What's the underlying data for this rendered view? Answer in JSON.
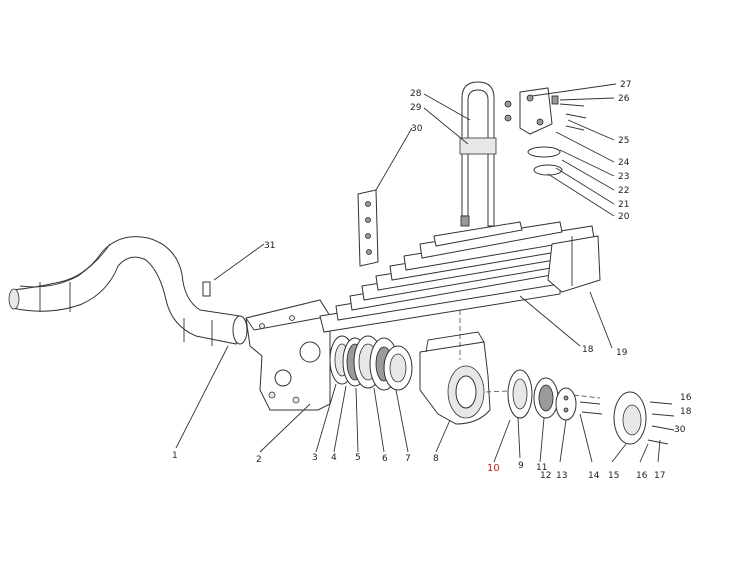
{
  "diagram": {
    "type": "exploded-parts-diagram",
    "callouts": [
      {
        "id": "c1",
        "label": "1"
      },
      {
        "id": "c2",
        "label": "2"
      },
      {
        "id": "c3",
        "label": "3"
      },
      {
        "id": "c4",
        "label": "4"
      },
      {
        "id": "c5",
        "label": "5"
      },
      {
        "id": "c6",
        "label": "6"
      },
      {
        "id": "c7",
        "label": "7"
      },
      {
        "id": "c8",
        "label": "8"
      },
      {
        "id": "c9",
        "label": "9"
      },
      {
        "id": "c10",
        "label": "10",
        "color": "#cc1f1f"
      },
      {
        "id": "c11",
        "label": "11"
      },
      {
        "id": "c12",
        "label": "12"
      },
      {
        "id": "c13",
        "label": "13"
      },
      {
        "id": "c14",
        "label": "14"
      },
      {
        "id": "c15",
        "label": "15"
      },
      {
        "id": "c16",
        "label": "16"
      },
      {
        "id": "c17",
        "label": "17"
      },
      {
        "id": "c18",
        "label": "18"
      },
      {
        "id": "c19",
        "label": "19"
      },
      {
        "id": "c20",
        "label": "20"
      },
      {
        "id": "c21",
        "label": "21"
      },
      {
        "id": "c22",
        "label": "22"
      },
      {
        "id": "c23",
        "label": "23"
      },
      {
        "id": "c24",
        "label": "24"
      },
      {
        "id": "c25",
        "label": "25"
      },
      {
        "id": "c26",
        "label": "26"
      },
      {
        "id": "c27",
        "label": "27"
      },
      {
        "id": "c28",
        "label": "28"
      },
      {
        "id": "c29",
        "label": "29"
      },
      {
        "id": "c30",
        "label": "30"
      },
      {
        "id": "c31",
        "label": "31"
      },
      {
        "id": "c16b",
        "label": "16"
      },
      {
        "id": "c18b",
        "label": "18"
      },
      {
        "id": "c30b",
        "label": "30"
      }
    ]
  }
}
